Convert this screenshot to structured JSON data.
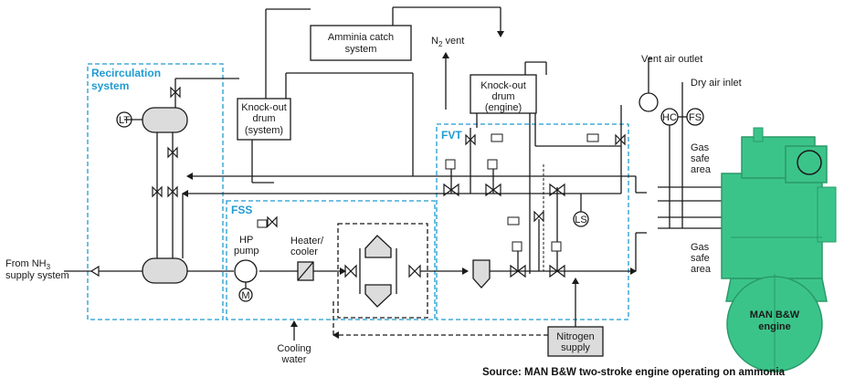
{
  "labels": {
    "catch_system": [
      "Amminia catch",
      "system"
    ],
    "n2_vent": "N",
    "n2_vent_sub": "2",
    "n2_vent_tail": " vent",
    "ko_system": [
      "Knock-out",
      "drum",
      "(system)"
    ],
    "ko_engine": [
      "Knock-out",
      "drum",
      "(engine)"
    ],
    "vent_air_outlet": "Vent air outlet",
    "dry_air_inlet": "Dry air inlet",
    "recirc": [
      "Recirculation",
      "system"
    ],
    "fvt": "FVT",
    "fss": "FSS",
    "lt": "LT",
    "ls": "LS",
    "hc": "HC",
    "fs": "FS",
    "gas_safe_1": [
      "Gas",
      "safe",
      "area"
    ],
    "gas_safe_2": [
      "Gas",
      "safe",
      "area"
    ],
    "from_nh3_1": "From NH",
    "from_nh3_sub": "3",
    "from_nh3_2": "supply system",
    "hp_pump": [
      "HP",
      "pump"
    ],
    "m": "M",
    "heater": [
      "Heater/",
      "cooler"
    ],
    "nitrogen": [
      "Nitrogen",
      "supply"
    ],
    "cooling": [
      "Cooling",
      "water"
    ],
    "engine": [
      "MAN B&W",
      "engine"
    ],
    "source": "Source:  MAN B&W two-stroke  engine operating on ammonia"
  },
  "colors": {
    "accent": "#1f9bd1",
    "engine": "#3bc48a",
    "engine_dark": "#2a9a68",
    "line": "#1a1a1a"
  }
}
